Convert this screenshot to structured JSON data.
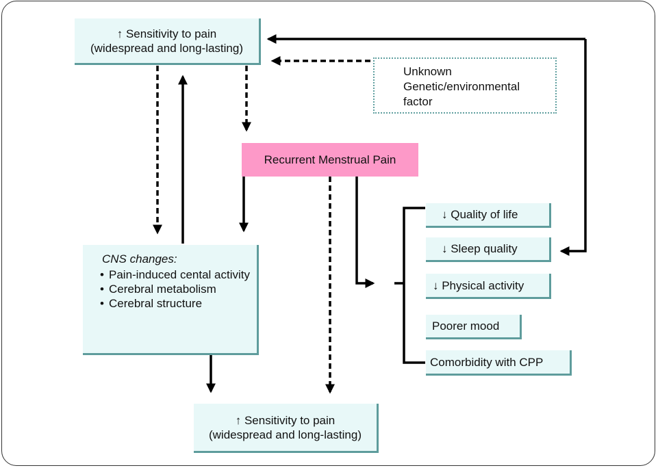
{
  "nodes": {
    "top_sensitivity": {
      "line1": "↑ Sensitivity to pain",
      "line2": "(widespread and long-lasting)"
    },
    "unknown_factor": {
      "line1": "Unknown",
      "line2": "Genetic/environmental",
      "line3": "factor"
    },
    "recurrent_pain": {
      "label": "Recurrent Menstrual Pain"
    },
    "cns_changes": {
      "heading": "CNS changes:",
      "items": [
        "Pain-induced cental activity",
        "Cerebral metabolism",
        "Cerebral structure"
      ]
    },
    "bottom_sensitivity": {
      "line1": "↑ Sensitivity to pain",
      "line2": "(widespread and long-lasting)"
    },
    "outcomes": [
      "↓ Quality of life",
      "↓ Sleep quality",
      "↓ Physical activity",
      "Poorer mood",
      "Comorbidity with CPP"
    ]
  },
  "colors": {
    "box_fill": "#e8f8f8",
    "box_shadow": "#5e9c9c",
    "pink": "#fd99c8",
    "dotted_border": "#5f9f9f",
    "arrow": "#000000"
  }
}
